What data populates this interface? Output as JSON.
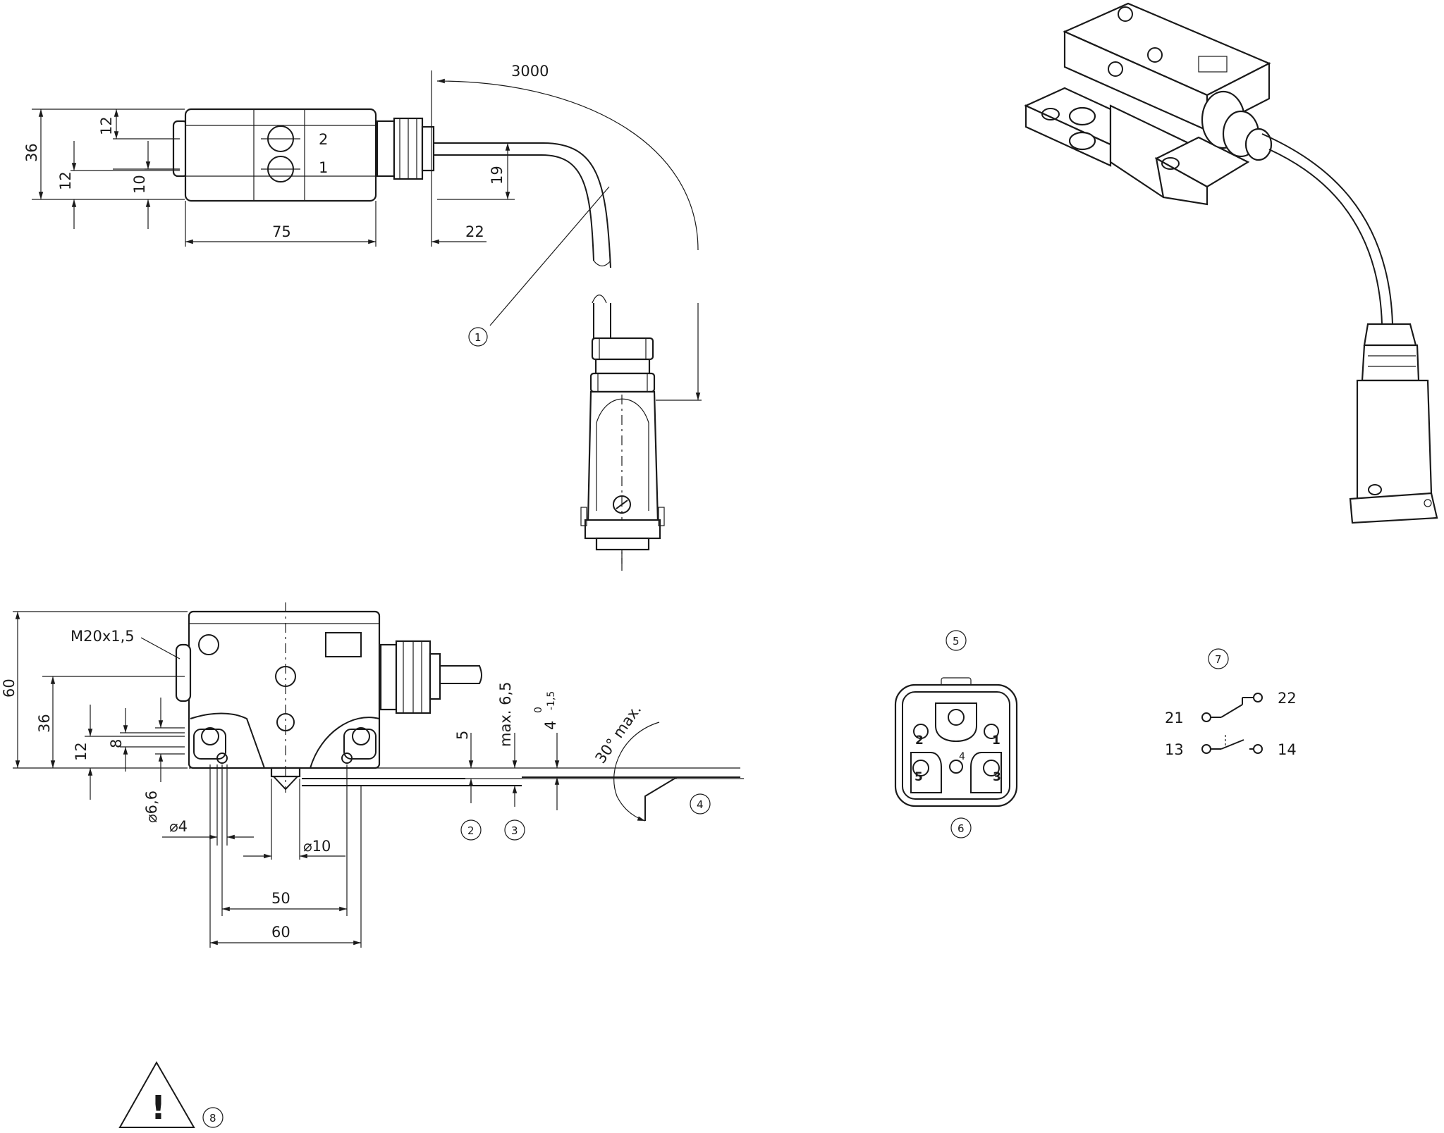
{
  "dimensions": {
    "cable_length": "3000",
    "height_total_top": "36",
    "h12_upper": "12",
    "h12_left": "12",
    "h10": "10",
    "h19": "19",
    "width_75": "75",
    "gland_22": "22",
    "label_2": "2",
    "label_1": "1",
    "thread": "M20x1,5",
    "height_60": "60",
    "height_36": "36",
    "height_12": "12",
    "height_8": "8",
    "dia_66": "6,6",
    "dia_4": "4",
    "dia_10": "10",
    "span_50": "50",
    "span_60": "60",
    "gap_5": "5",
    "max_65": "max. 6,5",
    "tol_4": "4",
    "tol_upper": "0",
    "tol_lower": "-1,5",
    "angle": "30° max."
  },
  "diameter_symbol": "⌀",
  "callouts": {
    "c1": "1",
    "c2": "2",
    "c3": "3",
    "c4": "4",
    "c5": "5",
    "c6": "6",
    "c7": "7",
    "c8": "8"
  },
  "connector_pins": {
    "p1": "1",
    "p2": "2",
    "p3": "3",
    "p4": "4",
    "p5": "5"
  },
  "switch_contacts": {
    "t21": "21",
    "t22": "22",
    "t13": "13",
    "t14": "14"
  },
  "warning": {
    "symbol": "!",
    "icon": "warning-triangle-icon"
  }
}
